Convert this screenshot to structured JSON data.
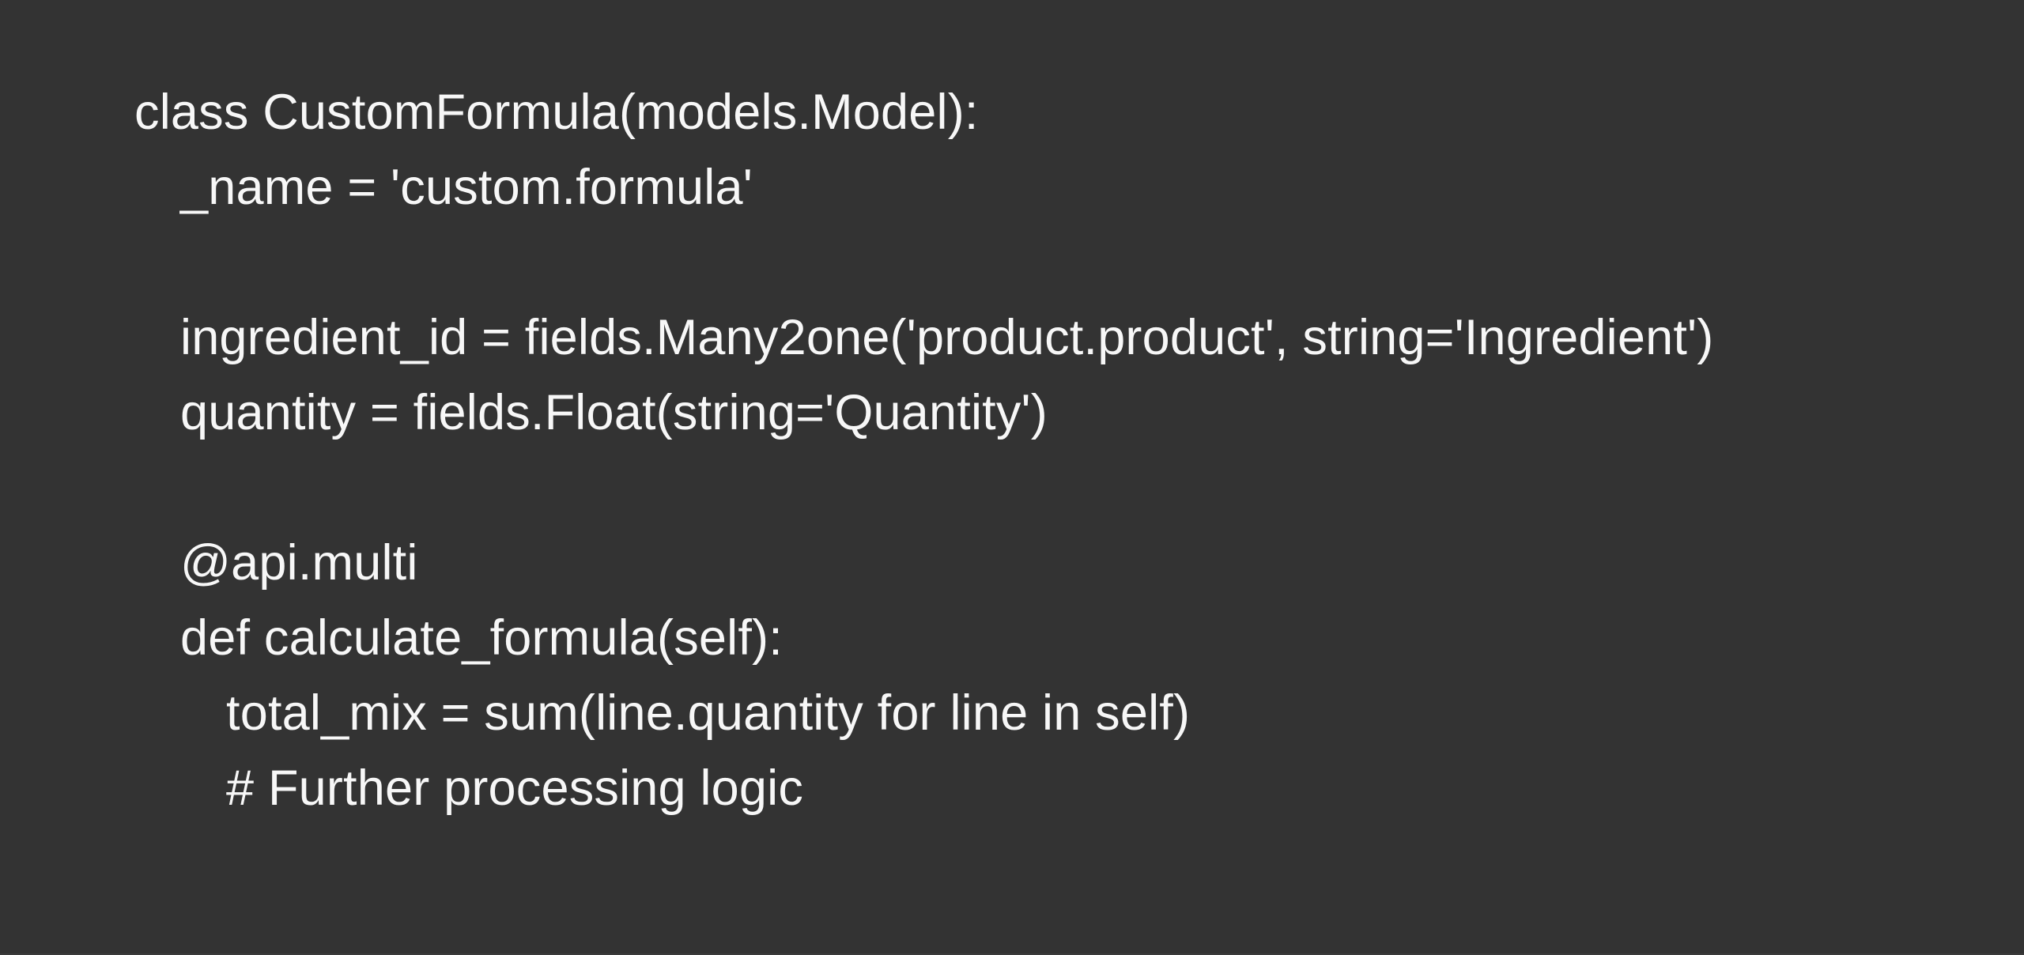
{
  "slide": {
    "background_color": "#333333",
    "text_color": "#f7f7f7",
    "language": "python",
    "code_lines": [
      {
        "text": "class CustomFormula(models.Model):",
        "indent": 0
      },
      {
        "text": "_name = 'custom.formula'",
        "indent": 1
      },
      {
        "text": "",
        "indent": 0
      },
      {
        "text": "ingredient_id = fields.Many2one('product.product', string='Ingredient')",
        "indent": 1
      },
      {
        "text": "quantity = fields.Float(string='Quantity')",
        "indent": 1
      },
      {
        "text": "",
        "indent": 0
      },
      {
        "text": "@api.multi",
        "indent": 1
      },
      {
        "text": "def calculate_formula(self):",
        "indent": 1
      },
      {
        "text": "total_mix = sum(line.quantity for line in self)",
        "indent": 2
      },
      {
        "text": "# Further processing logic",
        "indent": 2
      }
    ]
  }
}
